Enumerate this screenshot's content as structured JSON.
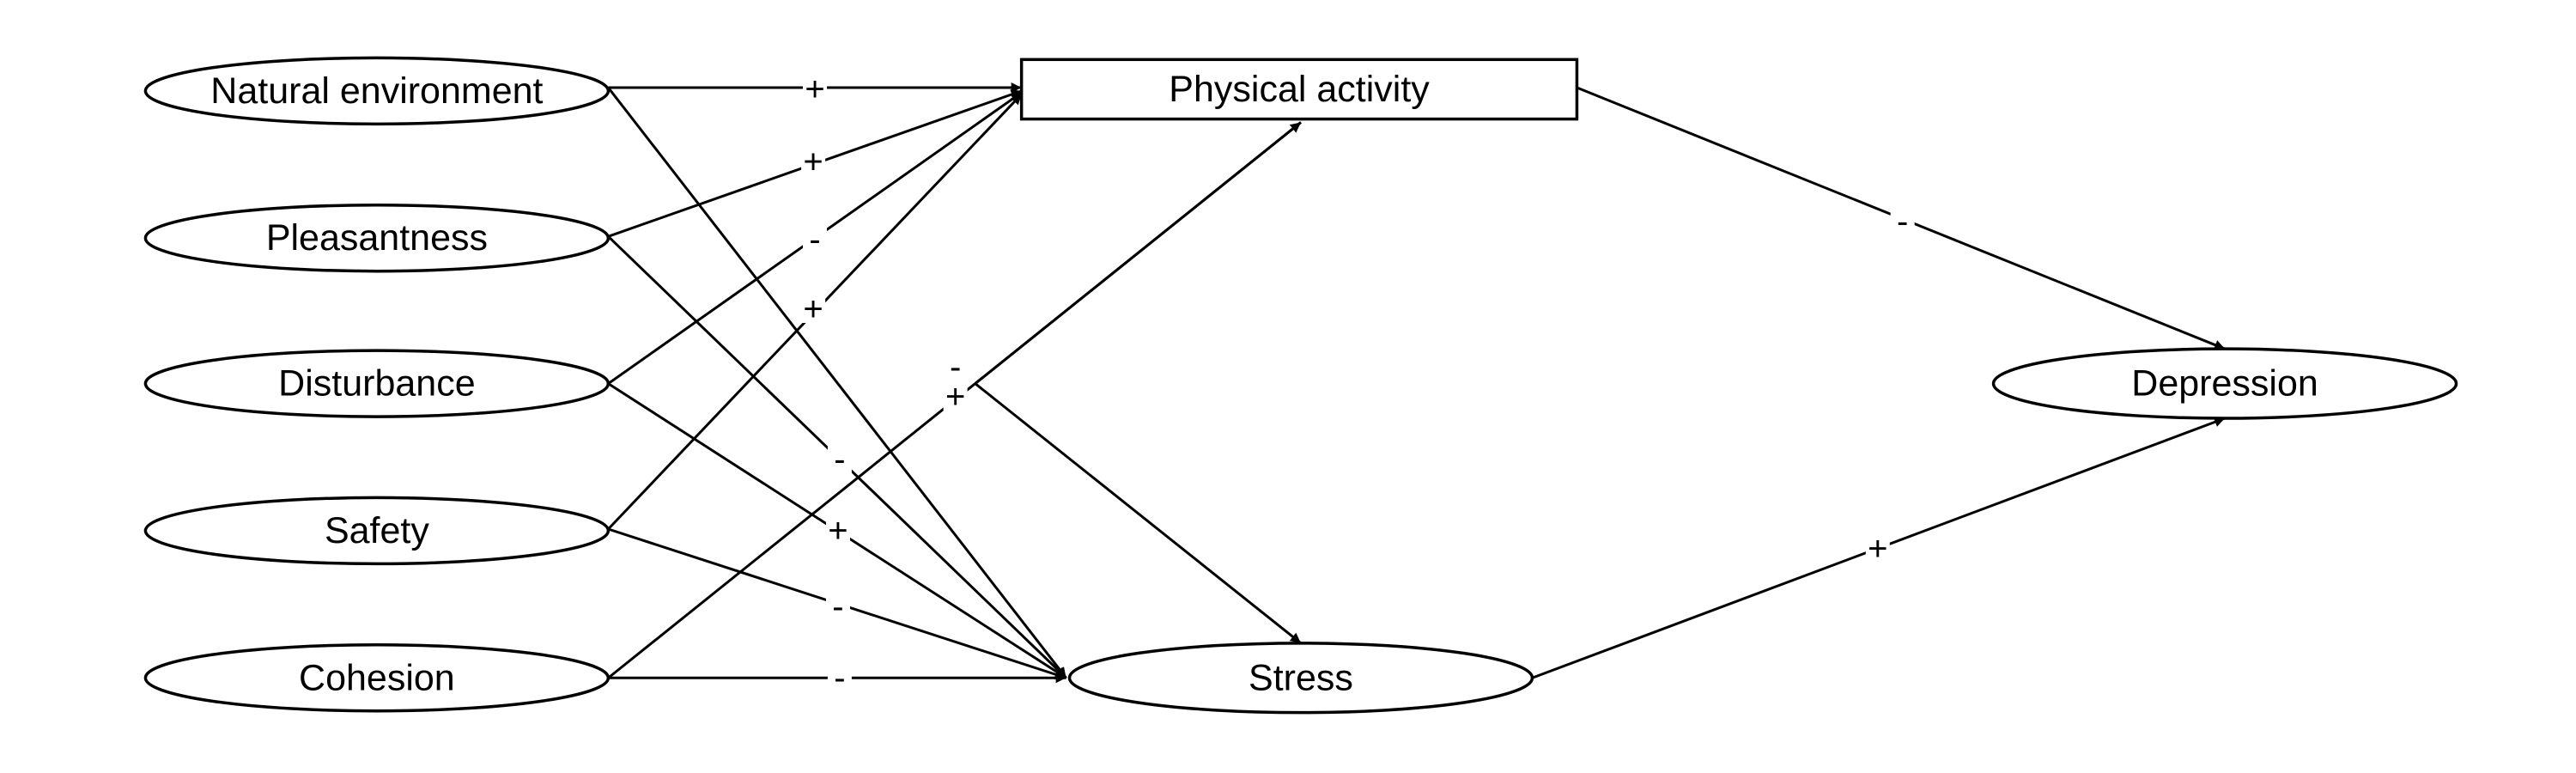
{
  "diagram": {
    "nodes": [
      {
        "id": "natural_environment",
        "label": "Natural environment",
        "shape": "ellipse"
      },
      {
        "id": "pleasantness",
        "label": "Pleasantness",
        "shape": "ellipse"
      },
      {
        "id": "disturbance",
        "label": "Disturbance",
        "shape": "ellipse"
      },
      {
        "id": "safety",
        "label": "Safety",
        "shape": "ellipse"
      },
      {
        "id": "cohesion",
        "label": "Cohesion",
        "shape": "ellipse"
      },
      {
        "id": "physical_activity",
        "label": "Physical activity",
        "shape": "rectangle"
      },
      {
        "id": "stress",
        "label": "Stress",
        "shape": "ellipse"
      },
      {
        "id": "depression",
        "label": "Depression",
        "shape": "ellipse"
      }
    ],
    "edges": [
      {
        "from": "natural_environment",
        "to": "physical_activity",
        "sign": "+"
      },
      {
        "from": "natural_environment",
        "to": "stress",
        "sign": "-"
      },
      {
        "from": "pleasantness",
        "to": "physical_activity",
        "sign": "+"
      },
      {
        "from": "pleasantness",
        "to": "stress",
        "sign": "-"
      },
      {
        "from": "disturbance",
        "to": "physical_activity",
        "sign": "-"
      },
      {
        "from": "disturbance",
        "to": "stress",
        "sign": "+"
      },
      {
        "from": "safety",
        "to": "physical_activity",
        "sign": "+"
      },
      {
        "from": "safety",
        "to": "stress",
        "sign": "-"
      },
      {
        "from": "cohesion",
        "to": "physical_activity",
        "sign": "+"
      },
      {
        "from": "cohesion",
        "to": "stress",
        "sign": "-"
      },
      {
        "from": "physical_activity",
        "to": "stress",
        "sign": "-"
      },
      {
        "from": "physical_activity",
        "to": "depression",
        "sign": "-"
      },
      {
        "from": "stress",
        "to": "depression",
        "sign": "+"
      }
    ]
  }
}
